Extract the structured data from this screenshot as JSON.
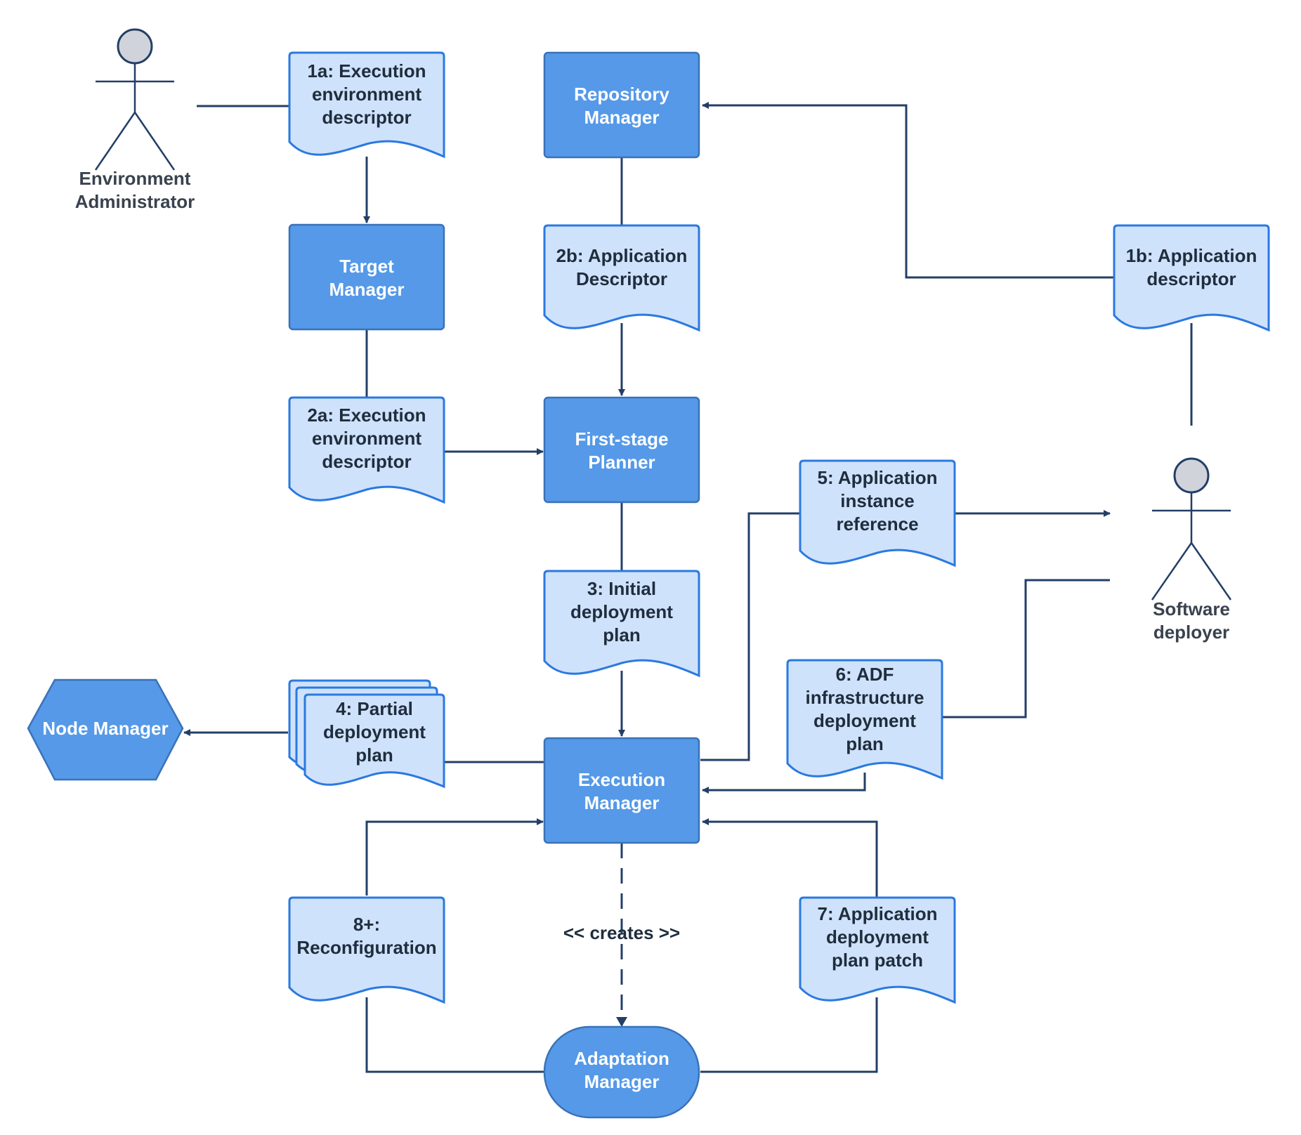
{
  "actors": {
    "environment_administrator": "Environment\nAdministrator",
    "software_deployer": "Software\ndeployer"
  },
  "components": {
    "repository_manager": "Repository\nManager",
    "target_manager": "Target\nManager",
    "first_stage_planner": "First-stage\nPlanner",
    "execution_manager": "Execution\nManager",
    "adaptation_manager": "Adaptation\nManager",
    "node_manager": "Node Manager"
  },
  "documents": {
    "doc_1a": "1a: Execution\nenvironment\ndescriptor",
    "doc_1b": "1b: Application\ndescriptor",
    "doc_2a": "2a: Execution\nenvironment\ndescriptor",
    "doc_2b": "2b: Application\nDescriptor",
    "doc_3": "3: Initial\ndeployment\nplan",
    "doc_4": "4: Partial\ndeployment\nplan",
    "doc_5": "5: Application\ninstance\nreference",
    "doc_6": "6: ADF\ninfrastructure\ndeployment\nplan",
    "doc_7": "7: Application\ndeployment\nplan patch",
    "doc_8": "8+:\nReconfiguration"
  },
  "edge_labels": {
    "creates": "<< creates >>"
  },
  "colors": {
    "component_fill": "#5599e8",
    "document_fill": "#cfe2fb",
    "document_stroke": "#2a79e0",
    "connector": "#233f66"
  }
}
